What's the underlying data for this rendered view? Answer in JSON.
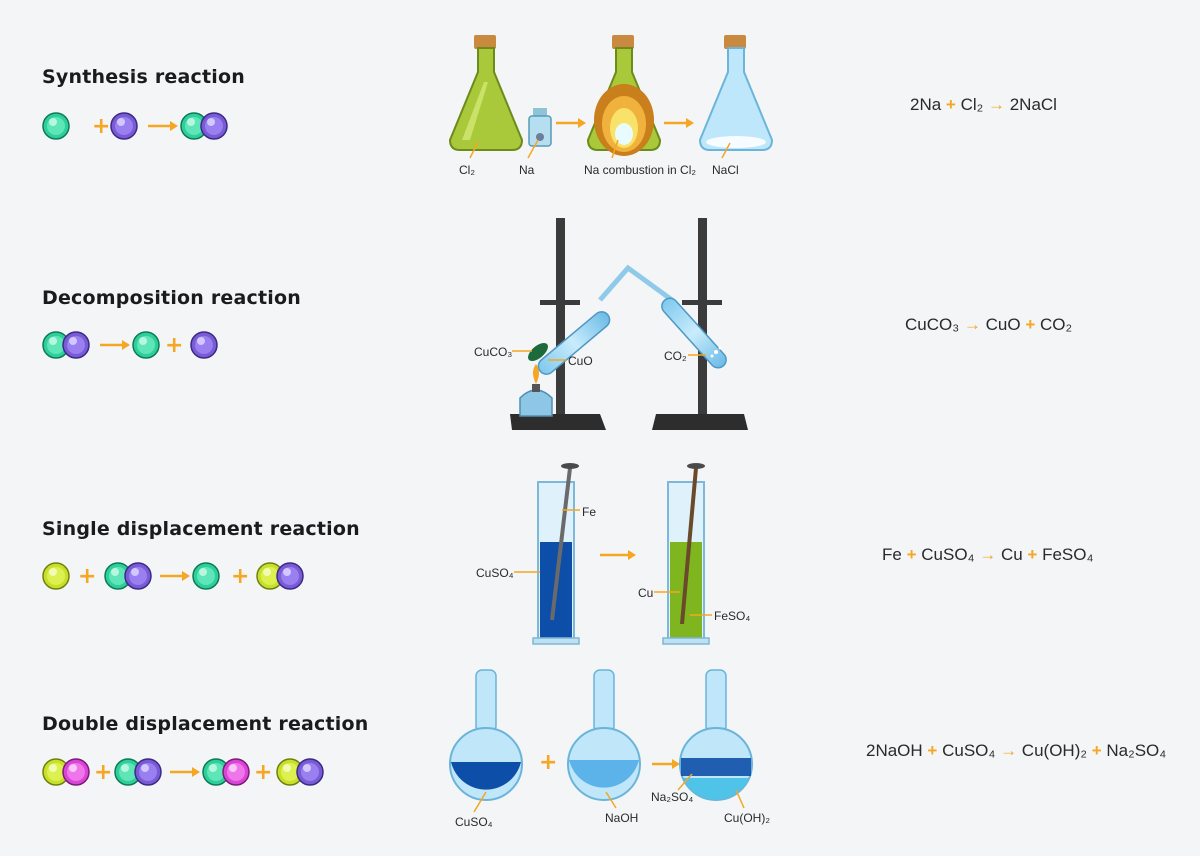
{
  "reactions": [
    {
      "title": "Synthesis reaction",
      "equation": [
        "2Na",
        "+",
        "Cl₂",
        "→",
        "2NaCl"
      ]
    },
    {
      "title": "Decomposition reaction",
      "equation": [
        "CuCO₃",
        "→",
        "CuO",
        "+",
        "CO₂"
      ]
    },
    {
      "title": "Single displacement reaction",
      "equation": [
        "Fe",
        "+",
        "CuSO₄",
        "→",
        "Cu",
        "+",
        "FeSO₄"
      ]
    },
    {
      "title": "Double displacement reaction",
      "equation": [
        "2NaOH",
        "+",
        "CuSO₄",
        "→",
        "Cu(OH)₂",
        "+",
        "Na₂SO₄"
      ]
    }
  ],
  "labels": {
    "synthesis": [
      "Cl₂",
      "Na",
      "Na combustion in Cl₂",
      "NaCl"
    ],
    "decomposition": [
      "CuCO₃",
      "CuO",
      "CO₂"
    ],
    "single": [
      "Fe",
      "CuSO₄",
      "Cu",
      "FeSO₄"
    ],
    "double": [
      "CuSO₄",
      "NaOH",
      "Na₂SO₄",
      "Cu(OH)₂"
    ]
  },
  "colors": {
    "green_atom": "#2fcf9a",
    "purple_atom": "#7a5bd6",
    "lime_atom": "#c8e02a",
    "magenta_atom": "#d945d6",
    "arrow": "#f5a623",
    "liquid_blue": "#0d4fa8",
    "liquid_green": "#7fb51f"
  }
}
